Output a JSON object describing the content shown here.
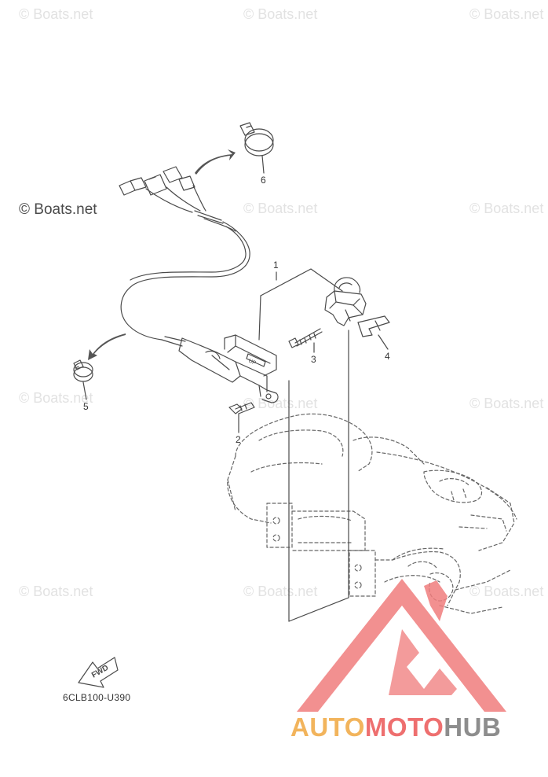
{
  "watermarks": {
    "text": "© Boats.net",
    "main": "© Boats.net"
  },
  "callouts": [
    "1",
    "2",
    "3",
    "4",
    "5",
    "6"
  ],
  "fwd_label": "FWD",
  "tag_label": "UP",
  "part_code": "6CLB100-U390",
  "brand": {
    "part1": "AUTO",
    "part2": "MOTO",
    "part3": "HUB"
  },
  "colors": {
    "line": "#4a4a4a",
    "watermark": "#e2e2e2",
    "logo_red": "#f07d7d",
    "brand_auto": "#f2b45c",
    "brand_moto": "#ee6f6f",
    "brand_hub": "#8d8d8d"
  }
}
